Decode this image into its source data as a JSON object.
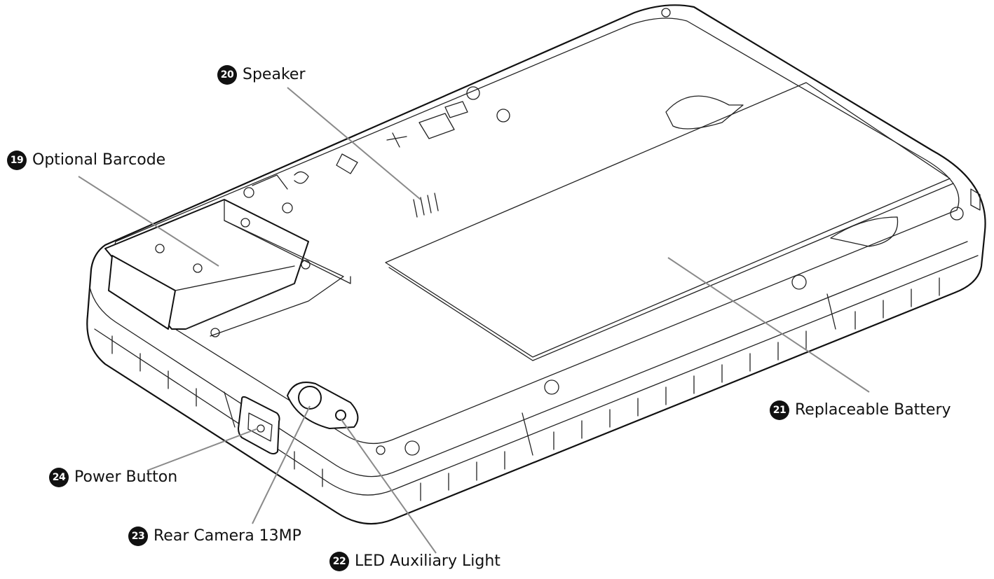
{
  "callouts": [
    {
      "number": "19",
      "text": "Optional Barcode"
    },
    {
      "number": "20",
      "text": "Speaker"
    },
    {
      "number": "21",
      "text": "Replaceable Battery"
    },
    {
      "number": "22",
      "text": "LED Auxiliary Light"
    },
    {
      "number": "23",
      "text": "Rear Camera 13MP"
    },
    {
      "number": "24",
      "text": "Power Button"
    }
  ],
  "colors": {
    "line": "#111111",
    "leader": "#8a8a8a",
    "background": "#ffffff"
  }
}
